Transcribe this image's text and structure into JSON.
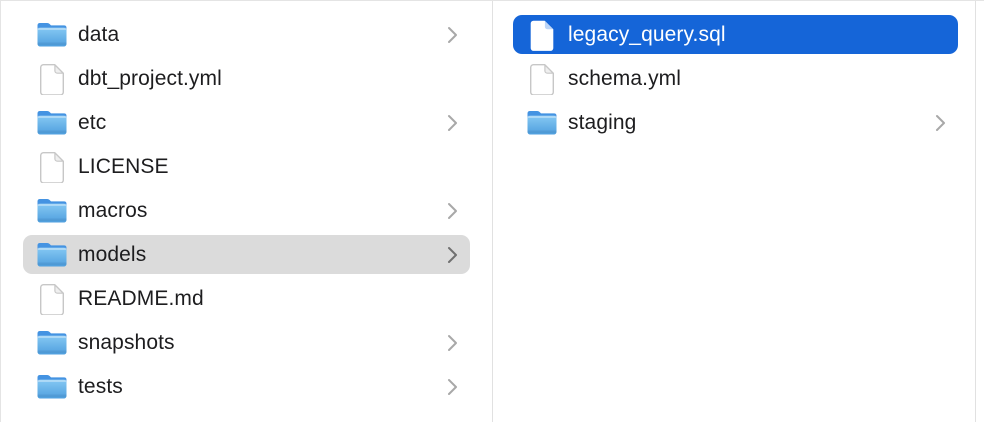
{
  "app": "finder-column-view",
  "colors": {
    "selection_primary": "#1565d8",
    "selection_secondary": "#dbdbdb",
    "divider": "#e1e1e1",
    "label_text": "#1d1d1f",
    "selected_label_text": "#ffffff",
    "folder_blue_top": "#85c8f3",
    "folder_blue_bottom": "#4f9fde",
    "folder_tab_blue": "#4493e2",
    "chevron_gray": "#a8a8a8"
  },
  "columns": [
    {
      "name": "column-1",
      "items": [
        {
          "label": "data",
          "type": "folder",
          "chevron": true,
          "selected": null
        },
        {
          "label": "dbt_project.yml",
          "type": "file",
          "chevron": false,
          "selected": null
        },
        {
          "label": "etc",
          "type": "folder",
          "chevron": true,
          "selected": null
        },
        {
          "label": "LICENSE",
          "type": "file",
          "chevron": false,
          "selected": null
        },
        {
          "label": "macros",
          "type": "folder",
          "chevron": true,
          "selected": null
        },
        {
          "label": "models",
          "type": "folder",
          "chevron": true,
          "selected": "secondary"
        },
        {
          "label": "README.md",
          "type": "file",
          "chevron": false,
          "selected": null
        },
        {
          "label": "snapshots",
          "type": "folder",
          "chevron": true,
          "selected": null
        },
        {
          "label": "tests",
          "type": "folder",
          "chevron": true,
          "selected": null
        }
      ]
    },
    {
      "name": "column-2",
      "items": [
        {
          "label": "legacy_query.sql",
          "type": "file",
          "chevron": false,
          "selected": "primary"
        },
        {
          "label": "schema.yml",
          "type": "file",
          "chevron": false,
          "selected": null
        },
        {
          "label": "staging",
          "type": "folder",
          "chevron": true,
          "selected": null
        }
      ]
    }
  ]
}
